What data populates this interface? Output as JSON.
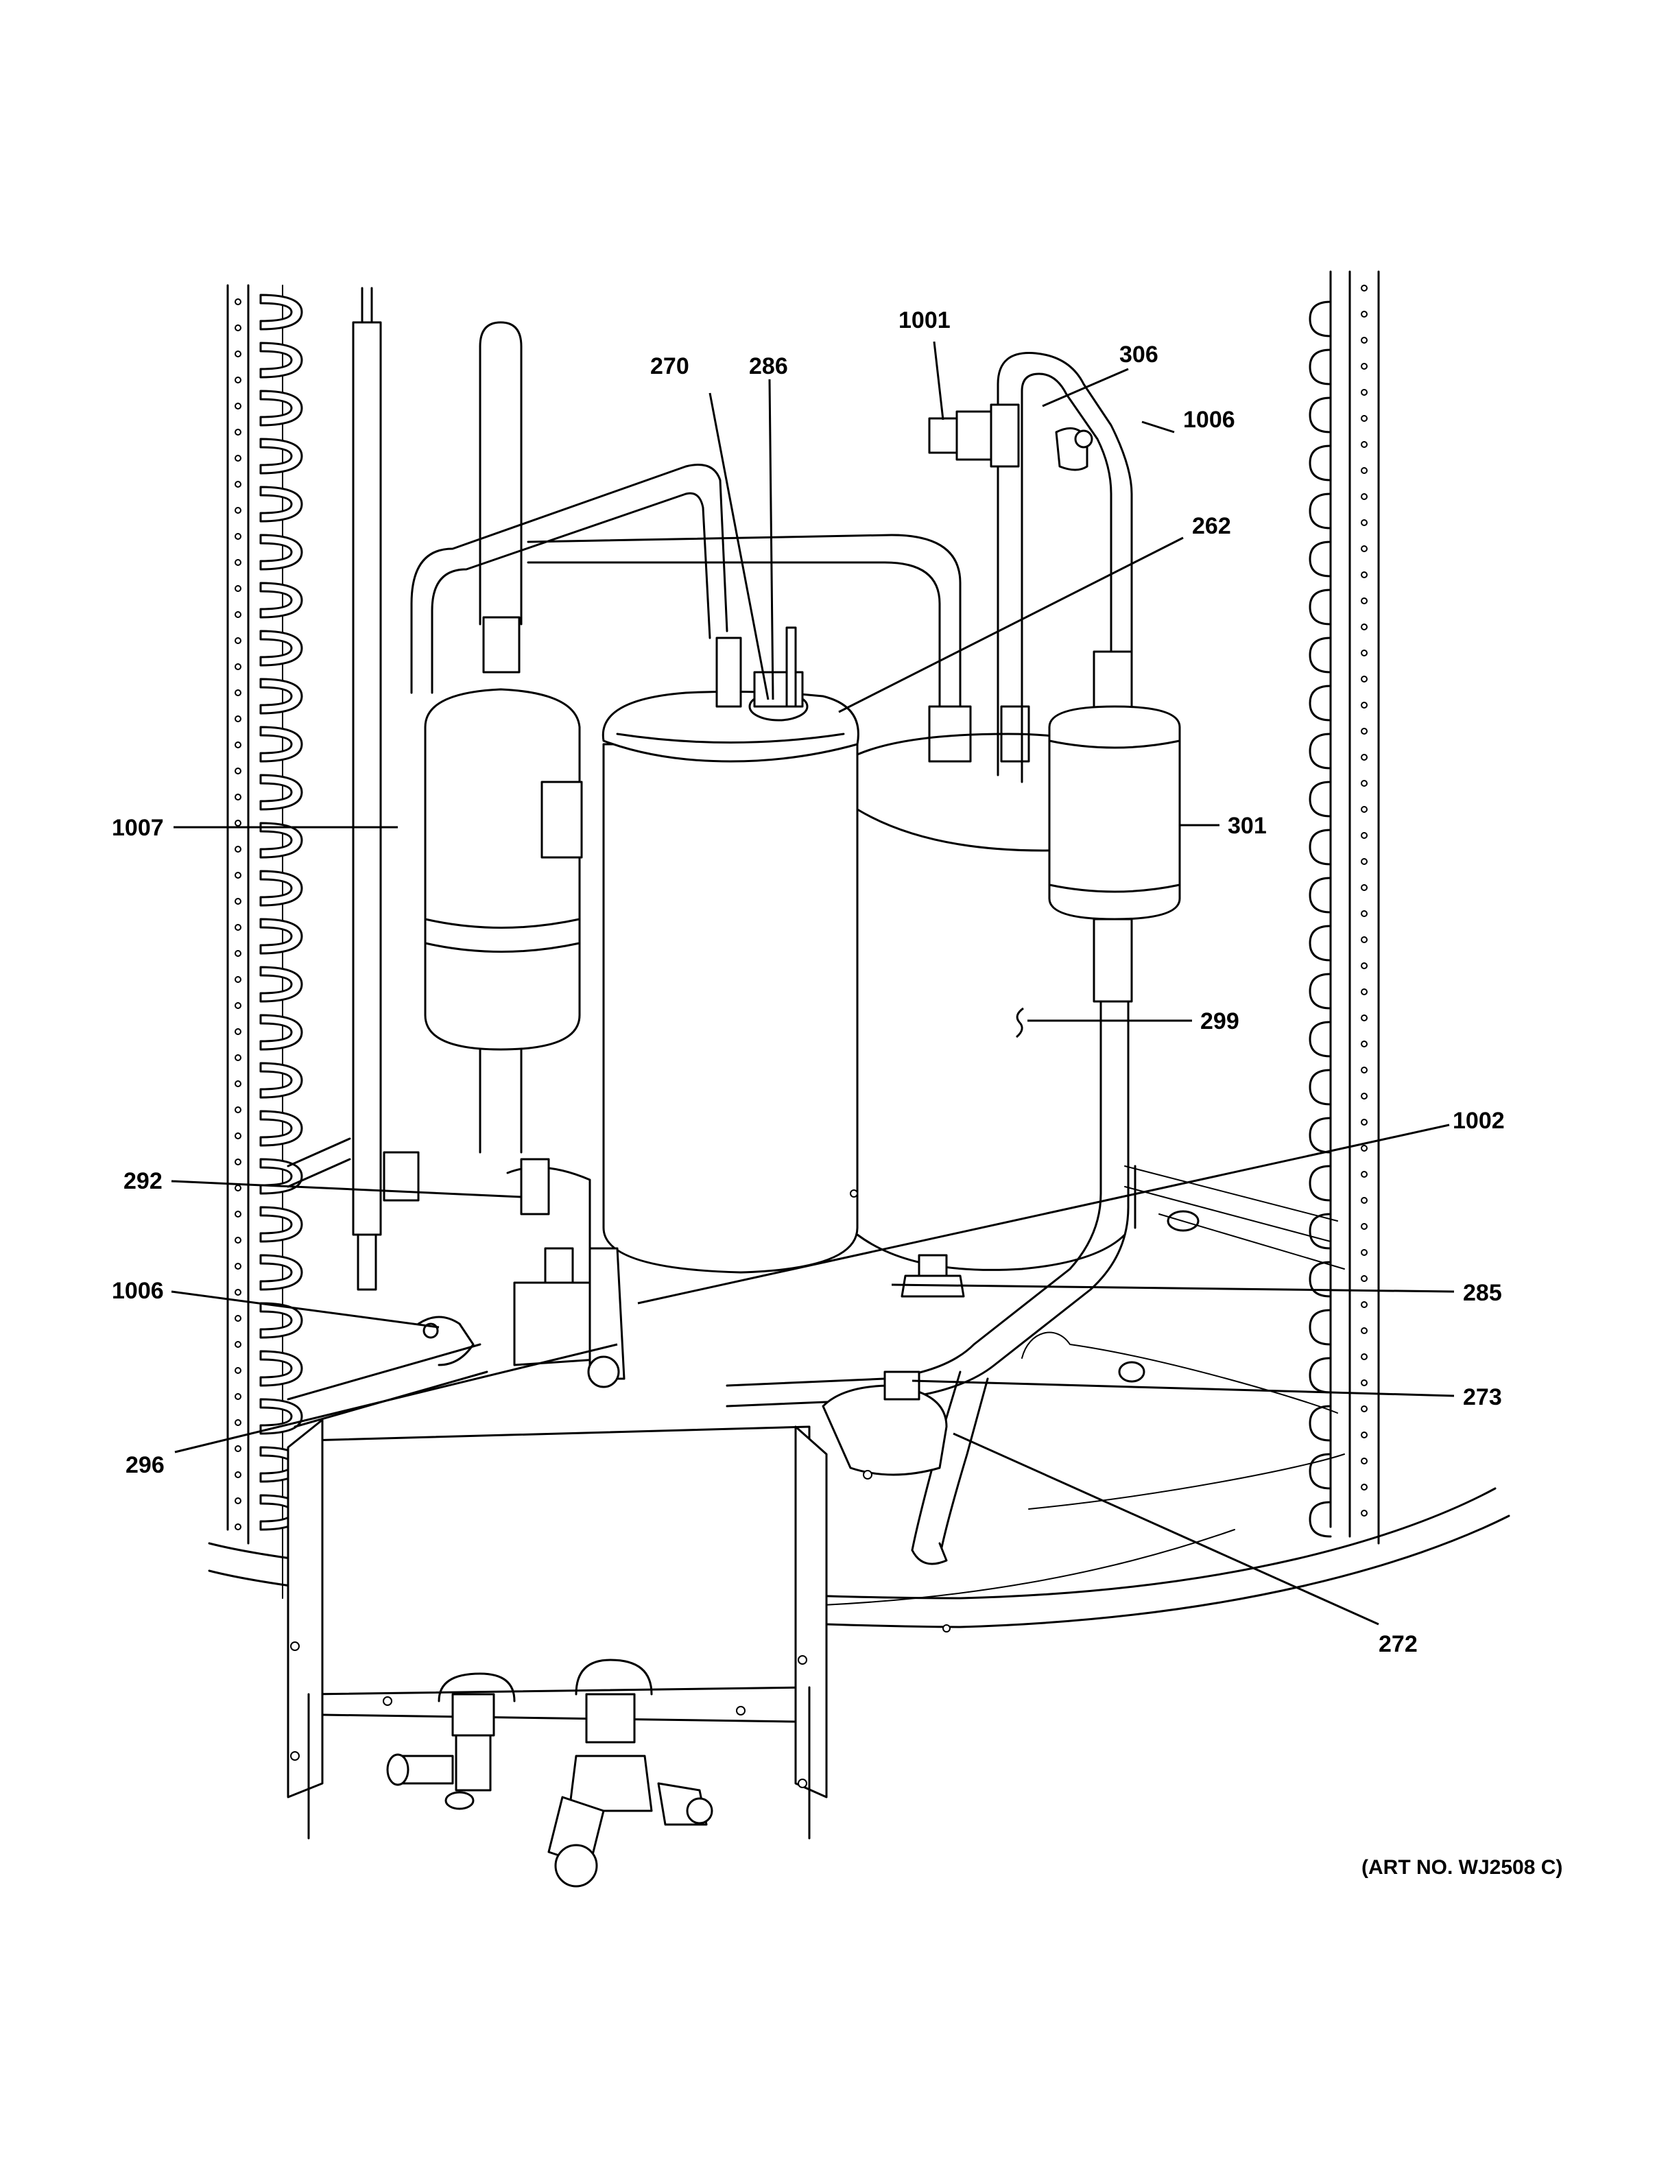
{
  "art_number": "(ART NO. WJ2508 C)",
  "callouts": {
    "c1001": "1001",
    "c270": "270",
    "c286": "286",
    "c306": "306",
    "c1006_top": "1006",
    "c262": "262",
    "c1007": "1007",
    "c301": "301",
    "c299": "299",
    "c1002": "1002",
    "c292": "292",
    "c1006_left": "1006",
    "c285": "285",
    "c273": "273",
    "c296": "296",
    "c272": "272"
  }
}
